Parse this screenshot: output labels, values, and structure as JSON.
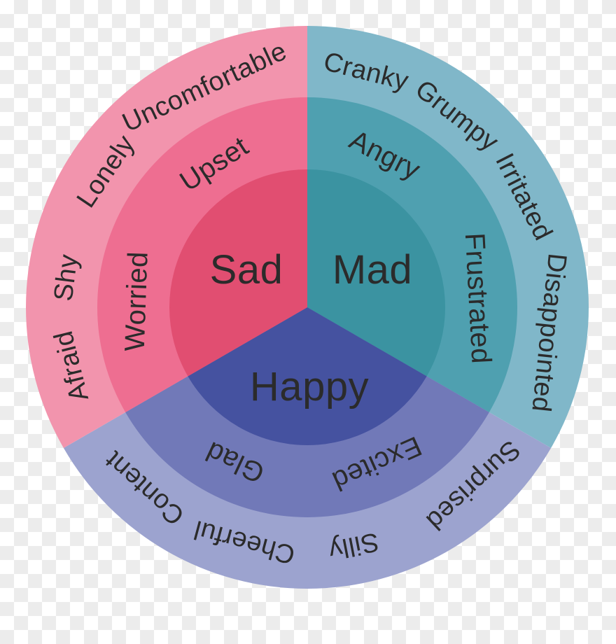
{
  "background": {
    "checker_white": "#ffffff",
    "checker_gray": "#ececec"
  },
  "text_color": "#2b2b2b",
  "wheel": {
    "description": "Feelings wheel with three sectors and three rings",
    "sectors": [
      {
        "name": "Sad",
        "core_label": "Sad",
        "colors": {
          "inner": "#e14e71",
          "middle": "#ee6e91",
          "outer": "#f294ad"
        },
        "middle_words": [
          "Worried",
          "Upset"
        ],
        "outer_words": [
          "Afraid",
          "Shy",
          "Lonely",
          "Uncomfortable"
        ]
      },
      {
        "name": "Mad",
        "core_label": "Mad",
        "colors": {
          "inner": "#3b93a1",
          "middle": "#4fa0b0",
          "outer": "#80b7c9"
        },
        "middle_words": [
          "Angry",
          "Frustrated"
        ],
        "outer_words": [
          "Cranky",
          "Grumpy",
          "Irritated",
          "Disappointed"
        ]
      },
      {
        "name": "Happy",
        "core_label": "Happy",
        "colors": {
          "inner": "#4552a0",
          "middle": "#7179b8",
          "outer": "#9ca3cf"
        },
        "middle_words": [
          "Glad",
          "Excited"
        ],
        "outer_words": [
          "Surprised",
          "Silly",
          "Cheerful",
          "Content"
        ]
      }
    ]
  }
}
